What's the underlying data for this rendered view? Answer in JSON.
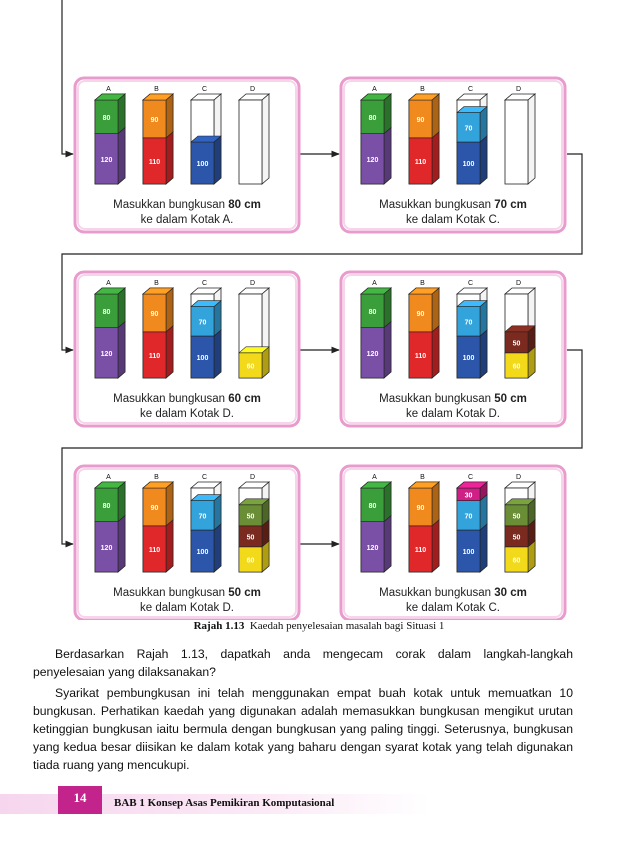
{
  "colors": {
    "A_low": "#7a4fa6",
    "A_high": "#3a9e3a",
    "B_low": "#e0282a",
    "B_high": "#f08a1e",
    "C_low": "#2b56a9",
    "C_mid": "#33a3dc",
    "C_top": "#d01f86",
    "D_low": "#f2da1a",
    "D_mid": "#7a2a1f",
    "D_top": "#6a8e36",
    "frame": "#e89ccd"
  },
  "column_labels": [
    "A",
    "B",
    "C",
    "D"
  ],
  "panels": [
    {
      "boxes": [
        [
          {
            "v": "120",
            "c": "A_low"
          },
          {
            "v": "80",
            "c": "A_high"
          }
        ],
        [
          {
            "v": "110",
            "c": "B_low"
          },
          {
            "v": "90",
            "c": "B_high"
          }
        ],
        [
          {
            "v": "100",
            "c": "C_low"
          }
        ],
        []
      ],
      "msg_pre": "Masukkan bungkusan ",
      "msg_bold": "80 cm",
      "msg_line2": "ke dalam Kotak A."
    },
    {
      "boxes": [
        [
          {
            "v": "120",
            "c": "A_low"
          },
          {
            "v": "80",
            "c": "A_high"
          }
        ],
        [
          {
            "v": "110",
            "c": "B_low"
          },
          {
            "v": "90",
            "c": "B_high"
          }
        ],
        [
          {
            "v": "100",
            "c": "C_low"
          },
          {
            "v": "70",
            "c": "C_mid"
          }
        ],
        []
      ],
      "msg_pre": "Masukkan bungkusan ",
      "msg_bold": "70 cm",
      "msg_line2": "ke dalam Kotak C."
    },
    {
      "boxes": [
        [
          {
            "v": "120",
            "c": "A_low"
          },
          {
            "v": "80",
            "c": "A_high"
          }
        ],
        [
          {
            "v": "110",
            "c": "B_low"
          },
          {
            "v": "90",
            "c": "B_high"
          }
        ],
        [
          {
            "v": "100",
            "c": "C_low"
          },
          {
            "v": "70",
            "c": "C_mid"
          }
        ],
        [
          {
            "v": "60",
            "c": "D_low"
          }
        ]
      ],
      "msg_pre": "Masukkan bungkusan ",
      "msg_bold": "60 cm",
      "msg_line2": "ke dalam Kotak D."
    },
    {
      "boxes": [
        [
          {
            "v": "120",
            "c": "A_low"
          },
          {
            "v": "80",
            "c": "A_high"
          }
        ],
        [
          {
            "v": "110",
            "c": "B_low"
          },
          {
            "v": "90",
            "c": "B_high"
          }
        ],
        [
          {
            "v": "100",
            "c": "C_low"
          },
          {
            "v": "70",
            "c": "C_mid"
          }
        ],
        [
          {
            "v": "60",
            "c": "D_low"
          },
          {
            "v": "50",
            "c": "D_mid"
          }
        ]
      ],
      "msg_pre": "Masukkan bungkusan ",
      "msg_bold": "50 cm",
      "msg_line2": "ke dalam Kotak D."
    },
    {
      "boxes": [
        [
          {
            "v": "120",
            "c": "A_low"
          },
          {
            "v": "80",
            "c": "A_high"
          }
        ],
        [
          {
            "v": "110",
            "c": "B_low"
          },
          {
            "v": "90",
            "c": "B_high"
          }
        ],
        [
          {
            "v": "100",
            "c": "C_low"
          },
          {
            "v": "70",
            "c": "C_mid"
          }
        ],
        [
          {
            "v": "60",
            "c": "D_low"
          },
          {
            "v": "50",
            "c": "D_mid"
          },
          {
            "v": "50",
            "c": "D_top"
          }
        ]
      ],
      "msg_pre": "Masukkan bungkusan ",
      "msg_bold": "50 cm",
      "msg_line2": "ke dalam Kotak D."
    },
    {
      "boxes": [
        [
          {
            "v": "120",
            "c": "A_low"
          },
          {
            "v": "80",
            "c": "A_high"
          }
        ],
        [
          {
            "v": "110",
            "c": "B_low"
          },
          {
            "v": "90",
            "c": "B_high"
          }
        ],
        [
          {
            "v": "100",
            "c": "C_low"
          },
          {
            "v": "70",
            "c": "C_mid"
          },
          {
            "v": "30",
            "c": "C_top"
          }
        ],
        [
          {
            "v": "60",
            "c": "D_low"
          },
          {
            "v": "50",
            "c": "D_mid"
          },
          {
            "v": "50",
            "c": "D_top"
          }
        ]
      ],
      "msg_pre": "Masukkan bungkusan ",
      "msg_bold": "30 cm",
      "msg_line2": "ke dalam Kotak C."
    }
  ],
  "caption": {
    "label": "Rajah 1.13",
    "text": "Kaedah penyelesaian masalah bagi Situasi 1"
  },
  "paragraph1": "Berdasarkan Rajah 1.13, dapatkah anda mengecam corak dalam langkah-langkah penyelesaian yang dilaksanakan?",
  "paragraph2": "Syarikat pembungkusan ini telah menggunakan empat buah kotak untuk memuatkan 10 bungkusan. Perhatikan kaedah yang digunakan adalah memasukkan bungkusan mengikut urutan ketinggian bungkusan iaitu bermula dengan bungkusan yang paling tinggi. Seterusnya, bungkusan yang kedua besar diisikan ke dalam kotak yang baharu dengan syarat kotak yang telah digunakan tiada ruang yang mencukupi.",
  "footer": {
    "page": "14",
    "chapter": "BAB 1  Konsep Asas Pemikiran Komputasional"
  }
}
